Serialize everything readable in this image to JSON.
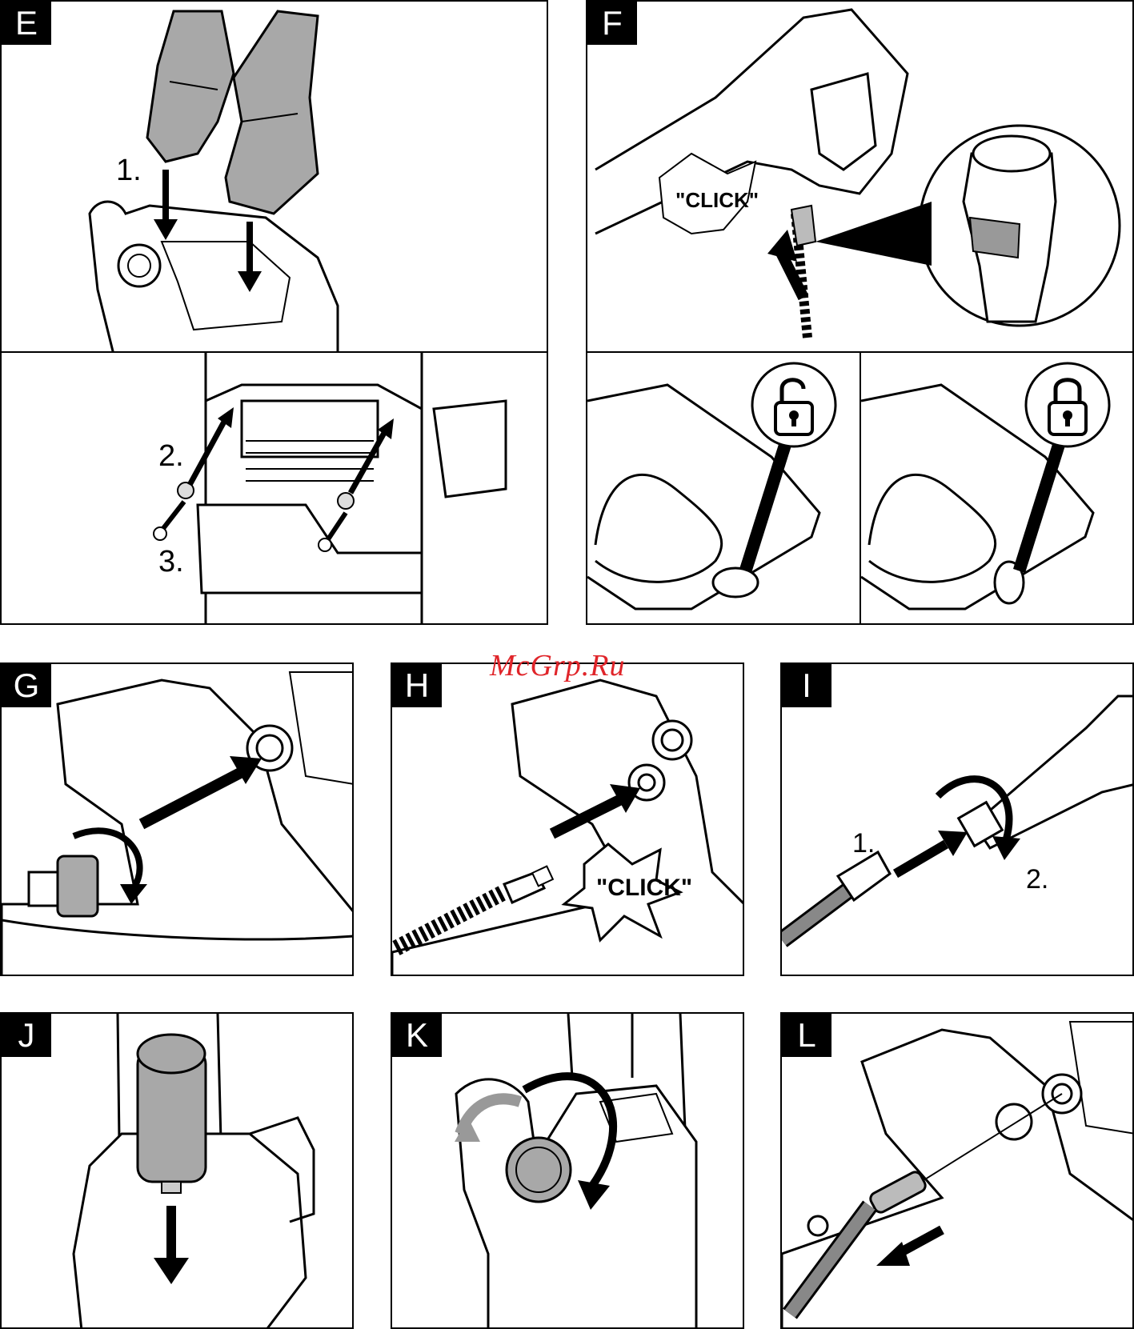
{
  "panels": {
    "E": {
      "letter": "E",
      "steps": [
        "1.",
        "2.",
        "3."
      ]
    },
    "F": {
      "letter": "F",
      "click": "\"CLICK\""
    },
    "G": {
      "letter": "G"
    },
    "H": {
      "letter": "H",
      "click": "\"CLICK\""
    },
    "I": {
      "letter": "I",
      "steps": [
        "1.",
        "2."
      ]
    },
    "J": {
      "letter": "J"
    },
    "K": {
      "letter": "K"
    },
    "L": {
      "letter": "L"
    }
  },
  "watermark": "McGrp.Ru",
  "icons": [
    "unlock-icon",
    "lock-icon",
    "arrow-icon",
    "rotate-arrow-icon"
  ]
}
